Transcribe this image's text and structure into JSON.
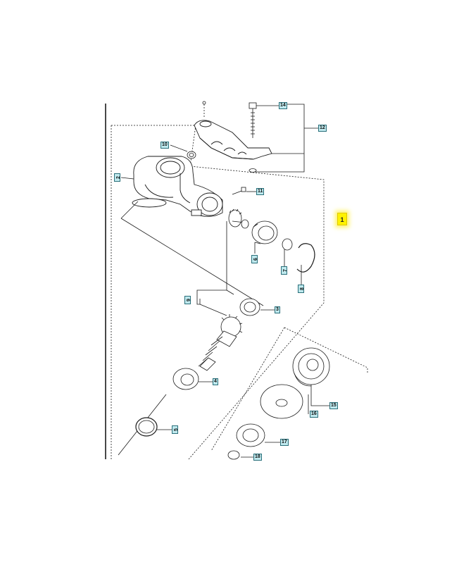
{
  "diagram": {
    "callouts": {
      "c1": "1",
      "c2": "2",
      "c3": "3",
      "c4": "4",
      "c5": "5",
      "c6": "6",
      "c7": "7",
      "c8": "8",
      "c9": "9",
      "c10": "10",
      "c11": "11",
      "c12": "12",
      "c14": "14",
      "c15": "15",
      "c16": "16",
      "c17": "17",
      "c18": "18"
    },
    "colors": {
      "line": "#1a1a1a",
      "callout_fill": "#bfe9ee",
      "callout_border": "#2a6f7a",
      "assembly_highlight": "#fff200"
    }
  }
}
